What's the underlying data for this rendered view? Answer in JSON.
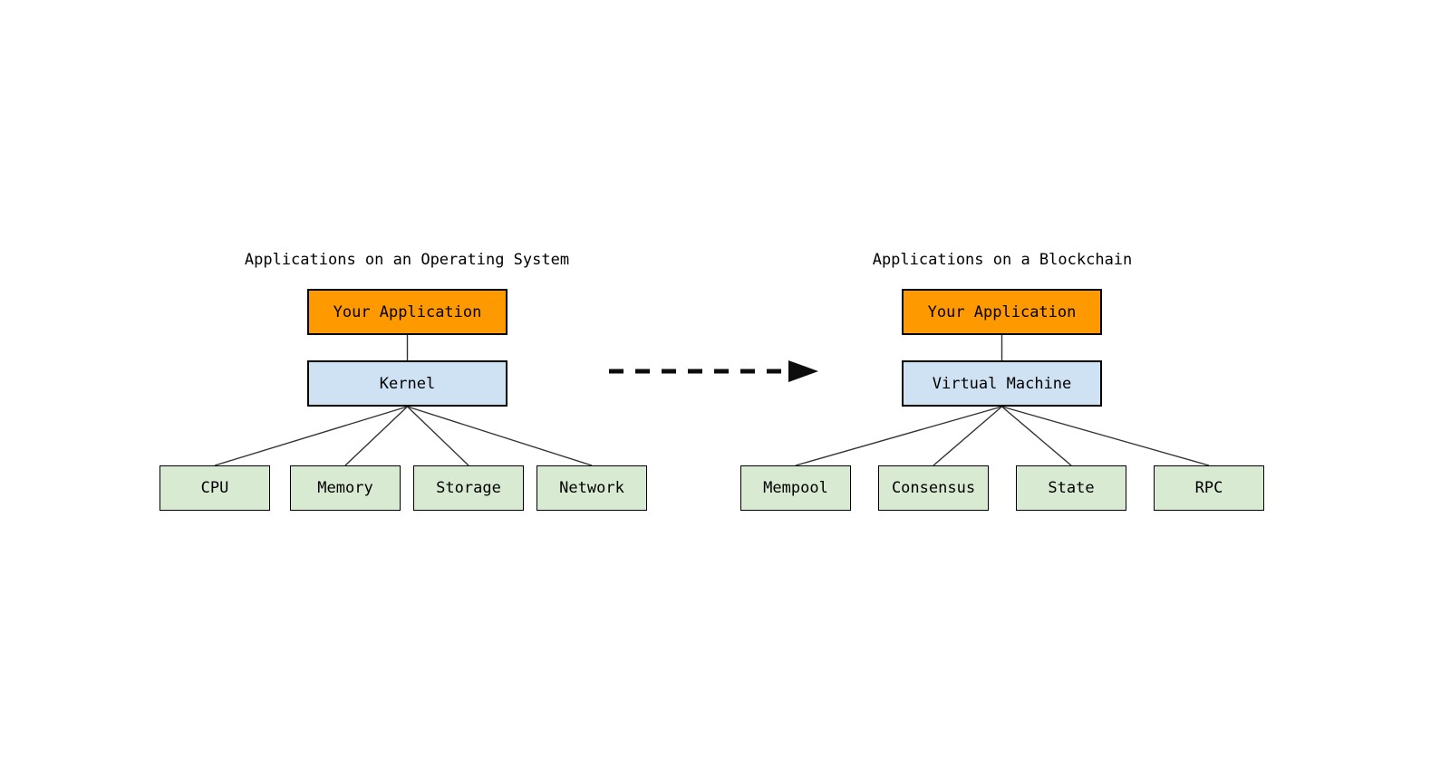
{
  "diagram": {
    "left": {
      "title": "Applications on an Operating System",
      "root": "Your Application",
      "middle": "Kernel",
      "children": [
        "CPU",
        "Memory",
        "Storage",
        "Network"
      ]
    },
    "right": {
      "title": "Applications on a Blockchain",
      "root": "Your Application",
      "middle": "Virtual Machine",
      "children": [
        "Mempool",
        "Consensus",
        "State",
        "RPC"
      ]
    },
    "arrow": {
      "icon": "dashed-right-arrow",
      "direction": "left-to-right"
    },
    "colors": {
      "root_fill": "#ff9900",
      "middle_fill": "#cfe2f3",
      "child_fill": "#d9ead3",
      "box_border": "#000000",
      "line": "#333333",
      "arrow": "#0d0d0d",
      "text": "#000000",
      "background": "#ffffff"
    }
  }
}
